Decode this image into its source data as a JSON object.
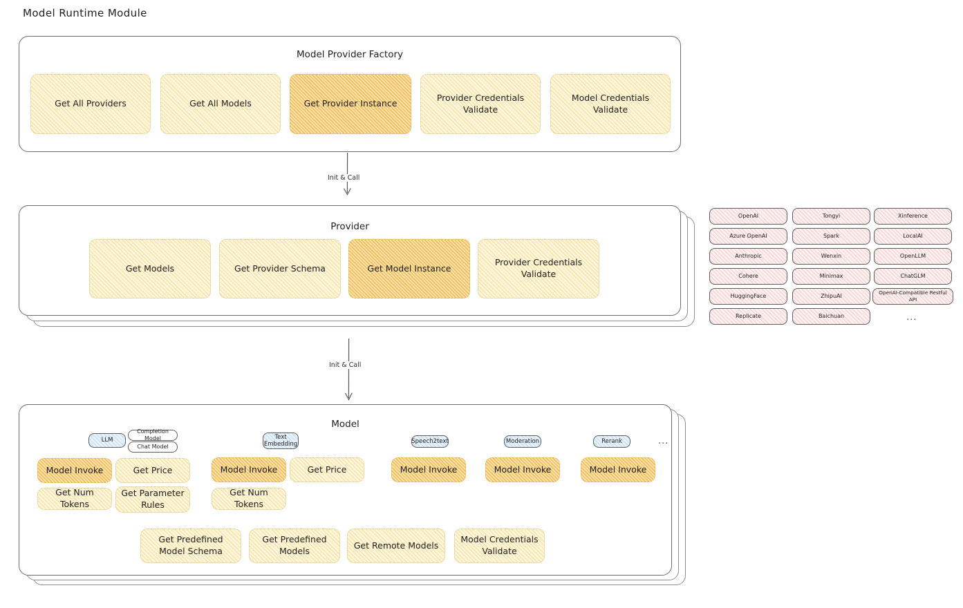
{
  "page": {
    "title": "Model Runtime Module"
  },
  "factory": {
    "title": "Model Provider Factory",
    "boxes": [
      {
        "label": "Get All Providers",
        "style": "light"
      },
      {
        "label": "Get All Models",
        "style": "light"
      },
      {
        "label": "Get Provider Instance",
        "style": "strong"
      },
      {
        "label": "Provider Credentials Validate",
        "style": "light"
      },
      {
        "label": "Model Credentials Validate",
        "style": "light"
      }
    ]
  },
  "arrows": [
    {
      "label": "Init & Call"
    },
    {
      "label": "Init & Call"
    }
  ],
  "provider": {
    "title": "Provider",
    "boxes": [
      {
        "label": "Get Models",
        "style": "light"
      },
      {
        "label": "Get Provider Schema",
        "style": "light"
      },
      {
        "label": "Get Model Instance",
        "style": "strong"
      },
      {
        "label": "Provider Credentials Validate",
        "style": "light"
      }
    ]
  },
  "provider_list": {
    "columns": [
      [
        "OpenAI",
        "Azure OpenAI",
        "Anthropic",
        "Cohere",
        "HuggingFace",
        "Replicate"
      ],
      [
        "Tongyi",
        "Spark",
        "Wenxin",
        "Minimax",
        "ZhipuAI",
        "Baichuan"
      ],
      [
        "Xinference",
        "LocalAI",
        "OpenLLM",
        "ChatGLM",
        "OpenAI-Compatible Restful API"
      ]
    ],
    "more": "..."
  },
  "model": {
    "title": "Model",
    "more": "...",
    "groups": [
      {
        "tag": "LLM",
        "subtags": [
          "Completion Model",
          "Chat Model"
        ],
        "boxes": [
          {
            "label": "Model Invoke",
            "style": "strong"
          },
          {
            "label": "Get Price",
            "style": "light"
          },
          {
            "label": "Get Num Tokens",
            "style": "light"
          },
          {
            "label": "Get Parameter Rules",
            "style": "light"
          }
        ]
      },
      {
        "tag": "Text Embedding",
        "subtags": [],
        "boxes": [
          {
            "label": "Model Invoke",
            "style": "strong"
          },
          {
            "label": "Get Price",
            "style": "light"
          },
          {
            "label": "Get Num Tokens",
            "style": "light"
          }
        ]
      },
      {
        "tag": "Speech2text",
        "subtags": [],
        "boxes": [
          {
            "label": "Model Invoke",
            "style": "strong"
          }
        ]
      },
      {
        "tag": "Moderation",
        "subtags": [],
        "boxes": [
          {
            "label": "Model Invoke",
            "style": "strong"
          }
        ]
      },
      {
        "tag": "Rerank",
        "subtags": [],
        "boxes": [
          {
            "label": "Model Invoke",
            "style": "strong"
          }
        ]
      }
    ],
    "common_boxes": [
      {
        "label": "Get Predefined Model Schema",
        "style": "light"
      },
      {
        "label": "Get Predefined Models",
        "style": "light"
      },
      {
        "label": "Get Remote Models",
        "style": "light"
      },
      {
        "label": "Model Credentials Validate",
        "style": "light"
      }
    ]
  },
  "colors": {
    "accent_light": "#fdf6dd",
    "accent_strong": "#fbe2ad",
    "provider_pink": "#fdf0f0",
    "tag_blue": "#e7f2fb",
    "stroke": "#6b6b6b"
  }
}
